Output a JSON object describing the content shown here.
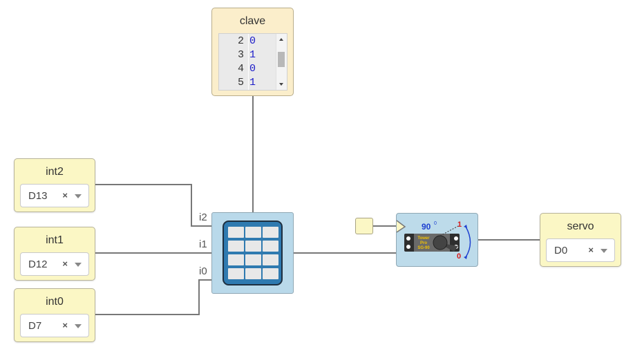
{
  "memory": {
    "title": "clave",
    "rows": [
      {
        "addr": "2",
        "data": "0"
      },
      {
        "addr": "3",
        "data": "1"
      },
      {
        "addr": "4",
        "data": "0"
      },
      {
        "addr": "5",
        "data": "1"
      }
    ]
  },
  "inputs": [
    {
      "title": "int2",
      "value": "D13",
      "port": "i2"
    },
    {
      "title": "int1",
      "value": "D12",
      "port": "i1"
    },
    {
      "title": "int0",
      "value": "D7",
      "port": "i0"
    }
  ],
  "servo_module": {
    "angle": "90",
    "angle_unit": "0",
    "max_label": "1",
    "min_label": "0",
    "brand": [
      "Tower",
      "Pro",
      "SG-90"
    ]
  },
  "output": {
    "title": "servo",
    "value": "D0"
  },
  "clear_symbol": "×",
  "colors": {
    "io_block": "#fbf7c5",
    "memory_block": "#fbeecb",
    "component_block": "#b9d9ea",
    "table_icon": "#2f7ab0",
    "wire": "#777777",
    "memory_data_text": "#1a1ac8"
  }
}
